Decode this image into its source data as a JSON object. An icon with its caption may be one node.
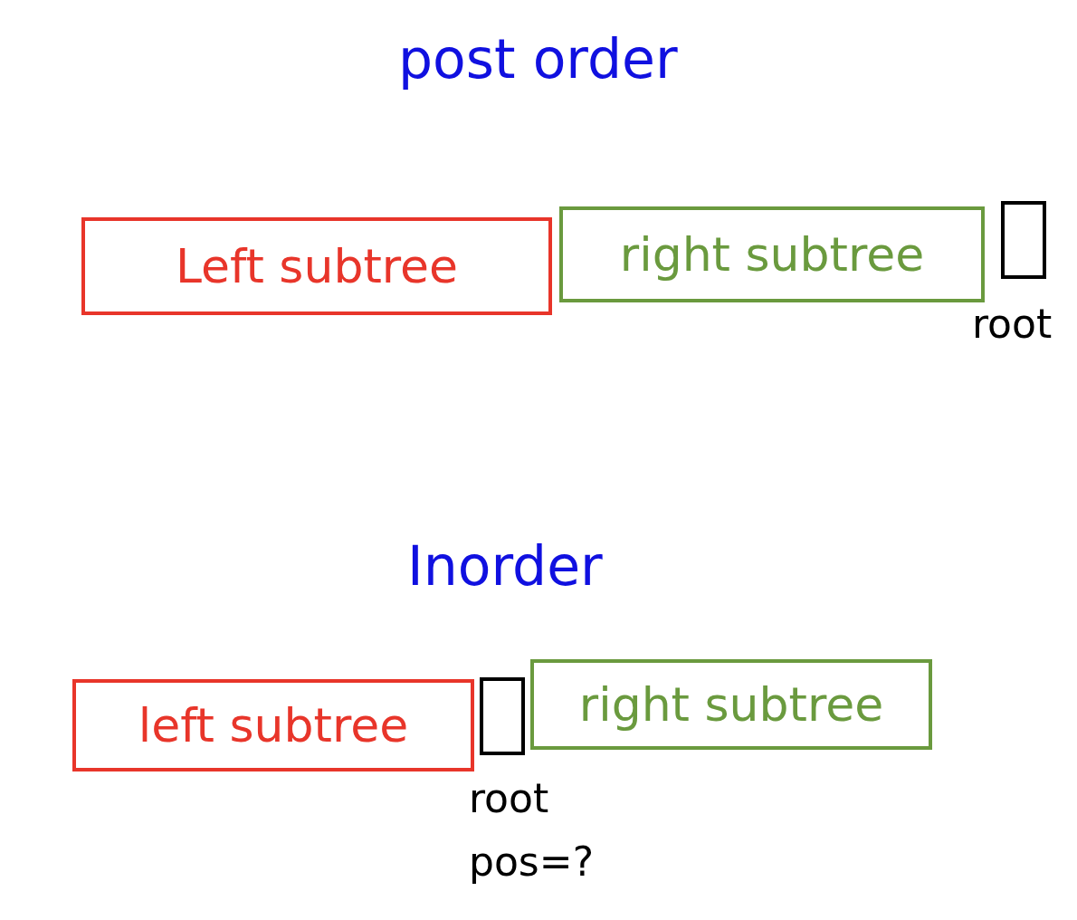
{
  "diagram": {
    "nodes": [
      {
        "text": [
          "Left subtree"
        ]
      },
      {
        "text": [
          "right subtree"
        ]
      },
      {
        "text": [],
        "shape": "box",
        "beside": [
          "root"
        ]
      },
      {
        "text": [
          "left subtree"
        ]
      },
      {
        "text": [],
        "shape": "box",
        "beside": [
          "root",
          "pos=?"
        ]
      },
      {
        "text": [
          "right subtree"
        ]
      }
    ],
    "edges": [],
    "labels": [
      "post order",
      "Inorder"
    ]
  }
}
